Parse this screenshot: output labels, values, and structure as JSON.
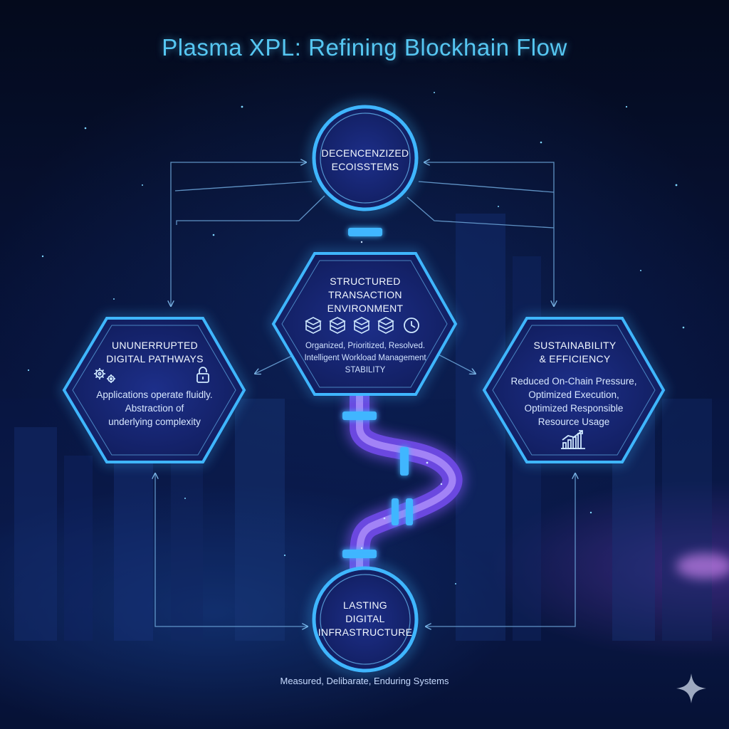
{
  "title": "Plasma XPL: Refining Blockhain Flow",
  "nodes": {
    "top": {
      "label_line1": "DECENCENZIZED",
      "label_line2": "ECOISSTEMS"
    },
    "center": {
      "label_line1": "STRUCTURED",
      "label_line2": "TRANSACTION",
      "label_line3": "ENVIRONMENT",
      "desc_line1": "Organized, Prioritized, Resolved.",
      "desc_line2": "Intelligent Workload Management",
      "desc_line3": "STABILITY"
    },
    "left": {
      "label_line1": "UNUNERRUPTED",
      "label_line2": "DIGITAL PATHWAYS",
      "desc_line1": "Applications operate fluidly.",
      "desc_line2": "Abstraction of",
      "desc_line3": "underlying complexity"
    },
    "right": {
      "label_line1": "SUSTAINABILITY",
      "label_line2": "& EFFICIENCY",
      "desc_line1": "Reduced On-Chain Pressure,",
      "desc_line2": "Optimized Execution,",
      "desc_line3": "Optimized Responsible",
      "desc_line4": "Resource Usage"
    },
    "bottom": {
      "label_line1": "LASTING",
      "label_line2": "DIGITAL",
      "label_line3": "INFRASTRUCTURE"
    }
  },
  "caption": "Measured, Delibarate, Enduring Systems",
  "icons": {
    "center": [
      "cube-stack-icon",
      "cube-stack-icon",
      "cube-stack-icon",
      "cube-stack-icon",
      "clock-icon"
    ],
    "left": [
      "gears-icon",
      "padlock-icon"
    ],
    "right": [
      "growth-chart-icon"
    ],
    "corner": "sparkle-icon"
  },
  "colors": {
    "accent": "#56c7f2",
    "node_border": "#3fb6ff",
    "node_fill": "#14246e",
    "pipe_glow": "#a070ff"
  }
}
